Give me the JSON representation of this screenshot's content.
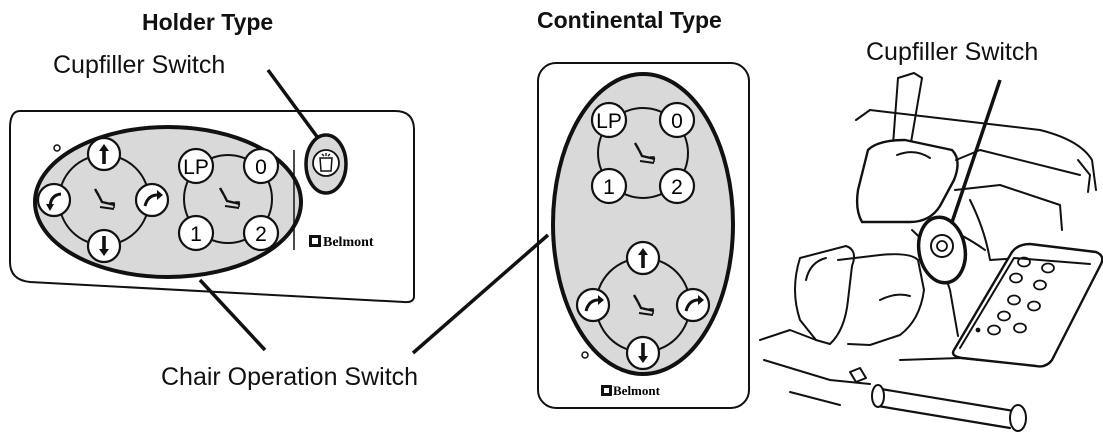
{
  "headings": {
    "holder": "Holder Type",
    "continental": "Continental Type"
  },
  "callouts": {
    "cupfiller_left": "Cupfiller Switch",
    "cupfiller_right": "Cupfiller Switch",
    "chair_operation": "Chair Operation Switch"
  },
  "buttons": {
    "lp": "LP",
    "zero": "0",
    "one": "1",
    "two": "2"
  },
  "brand": "Belmont",
  "colors": {
    "panel_fill": "#d9d9d9",
    "line": "#111111",
    "background": "#ffffff"
  },
  "icons": [
    "arrow-up-icon",
    "arrow-down-icon",
    "recline-back-icon",
    "recline-forward-icon",
    "chair-icon",
    "cup-icon",
    "logo-icon"
  ]
}
